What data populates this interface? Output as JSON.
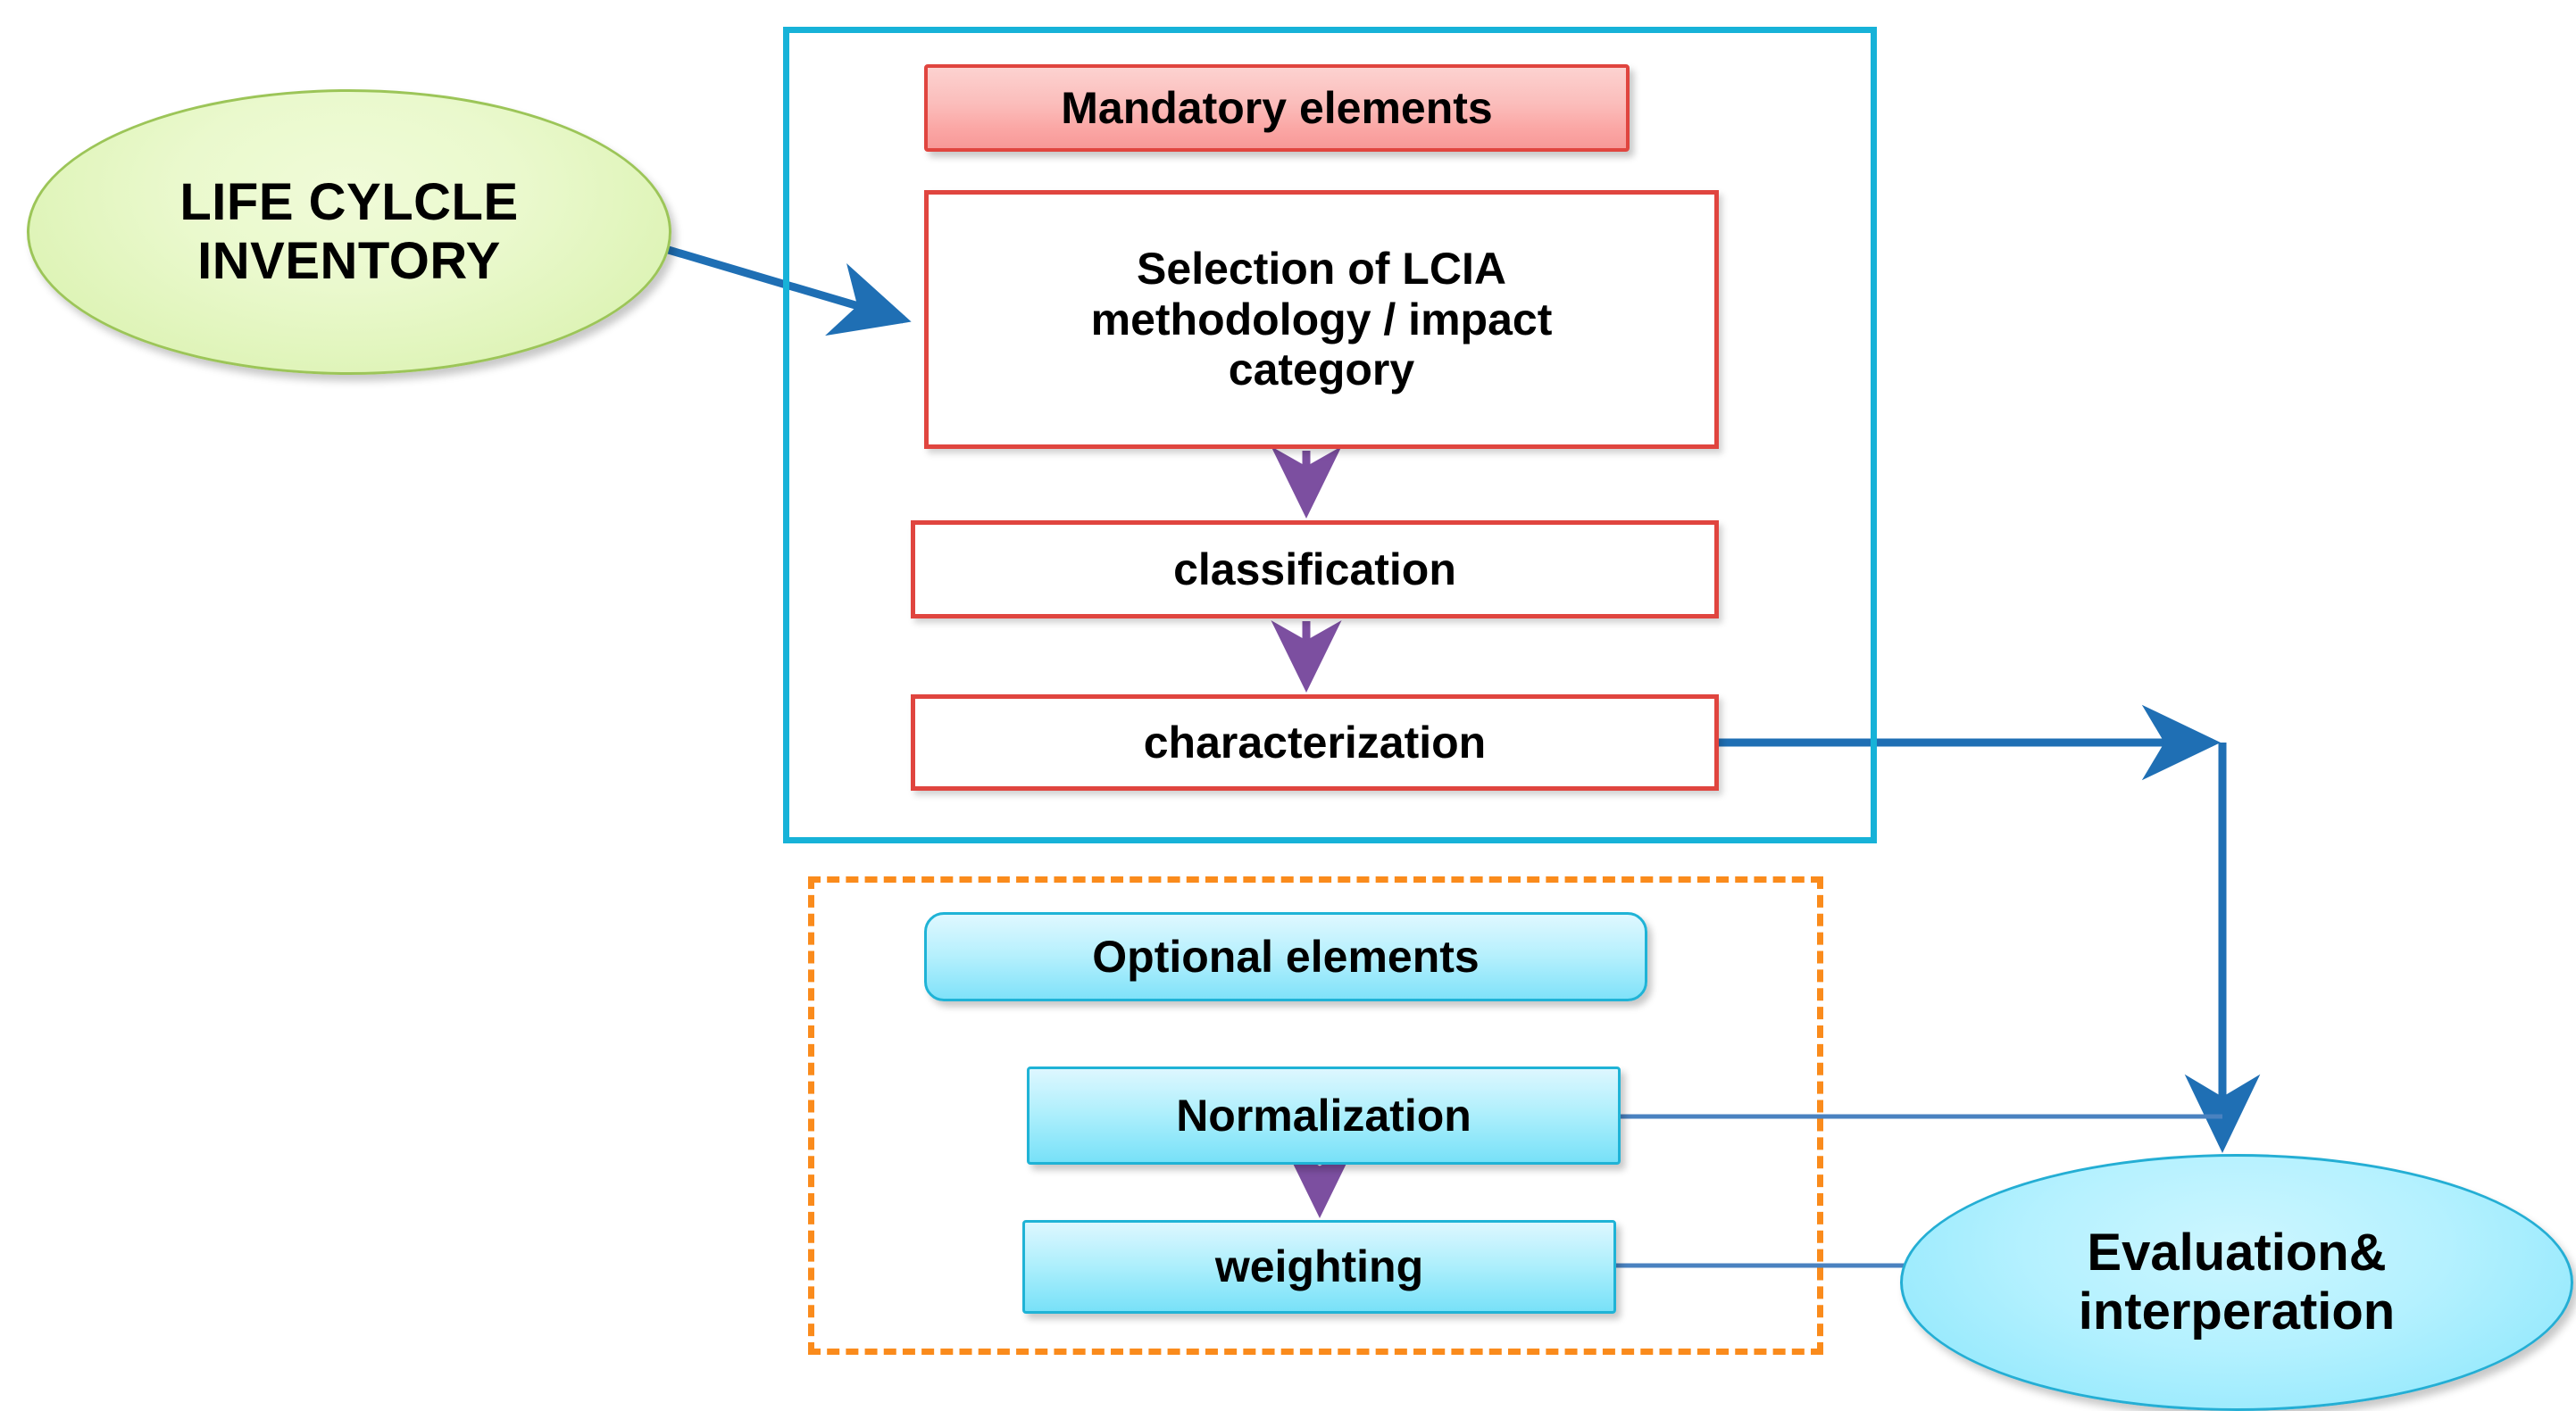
{
  "diagram": {
    "title": "Life Cycle Impact Assessment (LCIA) flow",
    "type": "flowchart",
    "colors": {
      "mandatory_border": "#e0453f",
      "mandatory_header_fill": "#fbbdbb",
      "optional_border": "#1fb3d6",
      "optional_fill": "#aeeffc",
      "solid_container_border": "#17b2d8",
      "dashed_container_border": "#fa8b1c",
      "inventory_fill": "#d6f0a8",
      "inventory_border": "#9cc558",
      "evaluation_fill": "#87e5fb",
      "arrow_blue": "#1f6fb4",
      "arrow_purple": "#7c4fa0"
    }
  },
  "nodes": {
    "inventory": {
      "label_line1": "LIFE CYLCLE",
      "label_line2": "INVENTORY",
      "shape": "ellipse"
    },
    "mandatory_header": {
      "label": "Mandatory elements",
      "shape": "rounded-rect"
    },
    "selection": {
      "label_line1": "Selection of LCIA",
      "label_line2": "methodology / impact",
      "label_line3": "category",
      "shape": "rect"
    },
    "classification": {
      "label": "classification",
      "shape": "rect"
    },
    "characterization": {
      "label": "characterization",
      "shape": "rect"
    },
    "optional_header": {
      "label": "Optional elements",
      "shape": "rounded-rect"
    },
    "normalization": {
      "label": "Normalization",
      "shape": "rect"
    },
    "weighting": {
      "label": "weighting",
      "shape": "rect"
    },
    "evaluation": {
      "label_line1": "Evaluation&",
      "label_line2": "interperation",
      "shape": "ellipse"
    }
  },
  "groups": {
    "mandatory_container": {
      "style": "solid",
      "color": "#17b2d8"
    },
    "optional_container": {
      "style": "dashed",
      "color": "#fa8b1c"
    }
  },
  "edges": [
    {
      "id": "inventory-to-selection",
      "from": "inventory",
      "to": "selection",
      "style": "diagonal-arrow",
      "color": "#1f6fb4"
    },
    {
      "id": "selection-to-classification",
      "from": "selection",
      "to": "classification",
      "style": "vertical-arrow",
      "color": "#7c4fa0"
    },
    {
      "id": "classification-to-characterization",
      "from": "classification",
      "to": "characterization",
      "style": "vertical-arrow",
      "color": "#7c4fa0"
    },
    {
      "id": "characterization-to-evaluation",
      "from": "characterization",
      "to": "evaluation",
      "style": "elbow-arrow",
      "color": "#1f6fb4"
    },
    {
      "id": "normalization-to-weighting",
      "from": "normalization",
      "to": "weighting",
      "style": "vertical-arrow",
      "color": "#7c4fa0"
    },
    {
      "id": "normalization-to-evaluation",
      "from": "normalization",
      "to": "evaluation",
      "style": "line",
      "color": "#4a82c0"
    },
    {
      "id": "weighting-to-evaluation",
      "from": "weighting",
      "to": "evaluation",
      "style": "line",
      "color": "#4a82c0"
    }
  ]
}
